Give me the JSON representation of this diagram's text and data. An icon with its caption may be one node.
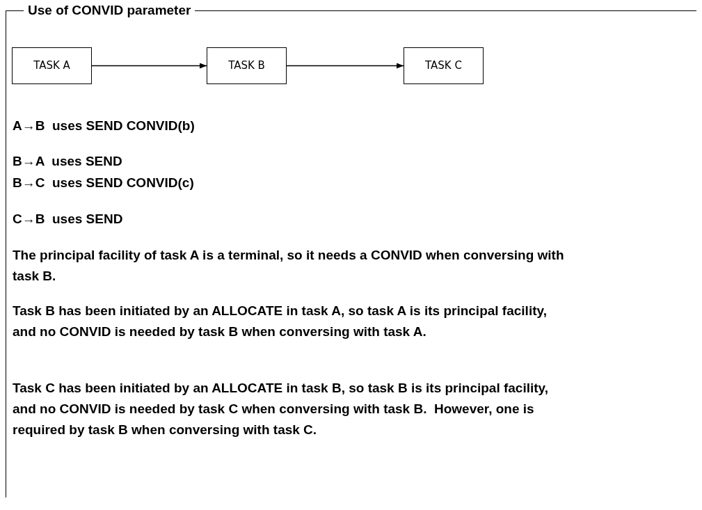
{
  "diagram": {
    "title": "Use of CONVID parameter",
    "nodes": [
      {
        "text": [
          "TASK A"
        ]
      },
      {
        "text": [
          "TASK B"
        ]
      },
      {
        "text": [
          "TASK C"
        ]
      }
    ],
    "edges": [
      {
        "from": 0,
        "to": 1,
        "arrow": "to"
      },
      {
        "from": 1,
        "to": 2,
        "arrow": "to"
      }
    ],
    "labels": [
      "A→B  uses SEND CONVID(b)",
      "B→A  uses SEND",
      "B→C  uses SEND CONVID(c)",
      "C→B  uses SEND",
      "The principal facility of task A is a terminal, so it needs a CONVID when conversing with task B.",
      "Task B has been initiated by an ALLOCATE in task A, so task A is its principal facility, and no CONVID is needed by task B when conversing with task A.",
      "Task C has been initiated by an ALLOCATE in task B, so task B is its principal facility, and no CONVID is needed by task C when conversing with task B.  However, one is required by task B when conversing with task C."
    ]
  }
}
